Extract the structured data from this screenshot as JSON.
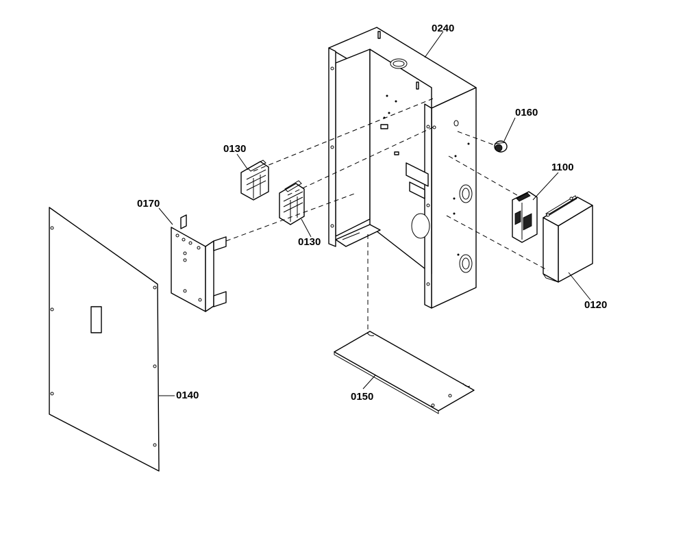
{
  "labels": {
    "enclosure": "0240",
    "bracket_upper": "0130",
    "bracket_lower": "0130",
    "bracket_0170": "0170",
    "knob": "0160",
    "module": "1100",
    "cover_box": "0120",
    "front_cover": "0140",
    "bottom_plate": "0150"
  }
}
